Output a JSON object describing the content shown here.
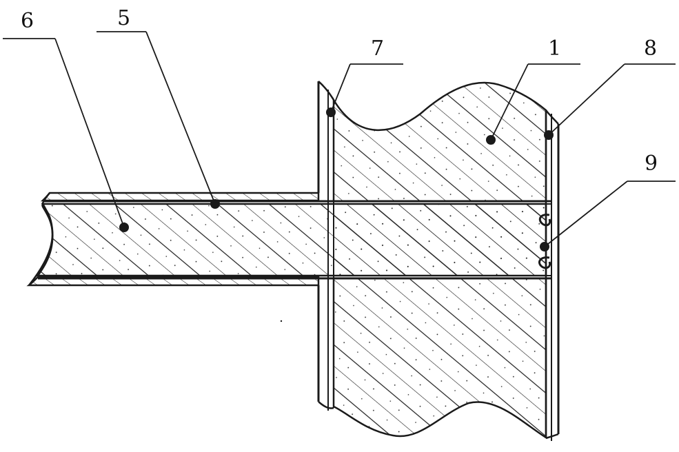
{
  "colors": {
    "ink": "#1a1a1a",
    "paper": "#ffffff"
  },
  "labels": {
    "l1": "1",
    "l5": "5",
    "l6": "6",
    "l7": "7",
    "l8": "8",
    "l9": "9"
  }
}
